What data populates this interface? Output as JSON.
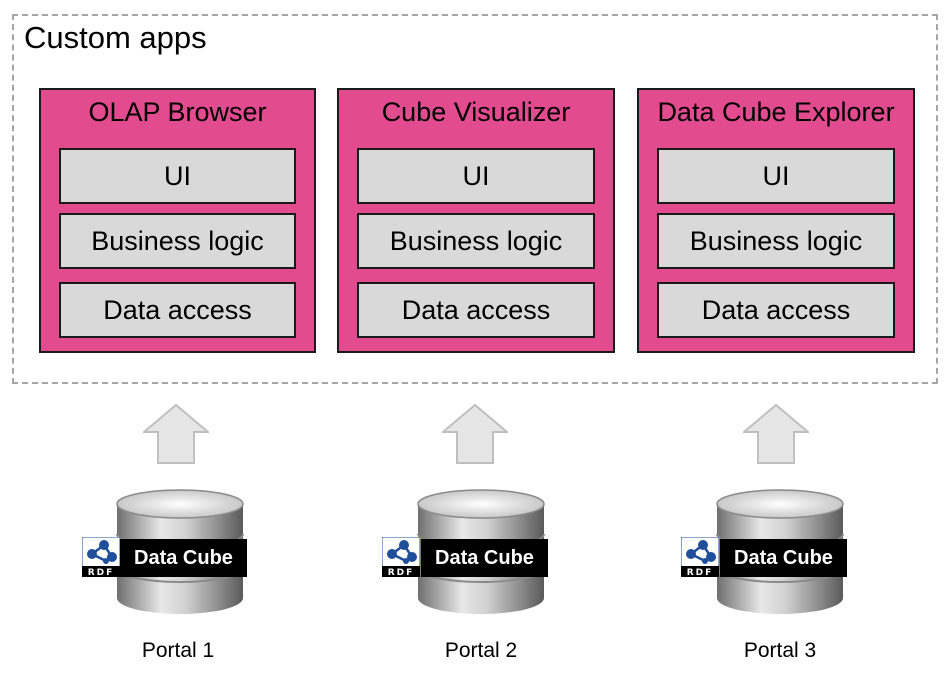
{
  "container": {
    "title": "Custom apps"
  },
  "apps": [
    {
      "title": "OLAP Browser",
      "layers": [
        "UI",
        "Business logic",
        "Data access"
      ]
    },
    {
      "title": "Cube Visualizer",
      "layers": [
        "UI",
        "Business logic",
        "Data access"
      ]
    },
    {
      "title": "Data Cube Explorer",
      "layers": [
        "UI",
        "Business logic",
        "Data access"
      ]
    }
  ],
  "sources": [
    {
      "db_label": "Data Cube",
      "badge_text": "RDF",
      "portal": "Portal 1"
    },
    {
      "db_label": "Data Cube",
      "badge_text": "RDF",
      "portal": "Portal 2"
    },
    {
      "db_label": "Data Cube",
      "badge_text": "RDF",
      "portal": "Portal 3"
    }
  ],
  "colors": {
    "app_fill": "#e34b8f",
    "layer_fill": "#d9d9d9",
    "arrow_fill": "#e6e6e6",
    "db_label_fill": "#000000",
    "container_border": "#a6a6a6"
  },
  "icons": [
    "up-arrow-icon",
    "database-icon",
    "rdf-logo-icon"
  ]
}
